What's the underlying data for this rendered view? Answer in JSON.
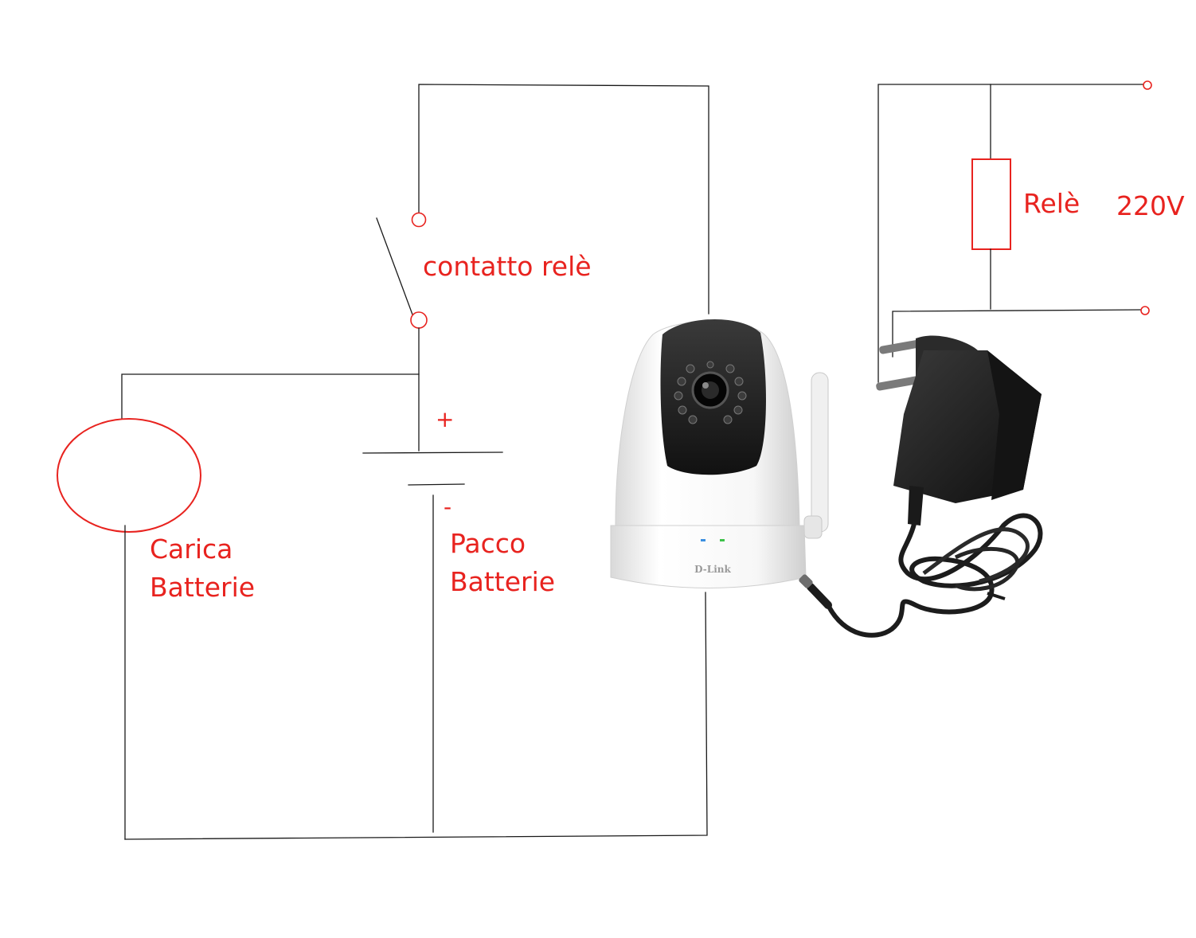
{
  "labels": {
    "switch_contact": "contatto relè",
    "battery_plus": "+",
    "battery_minus": "-",
    "battery_pack_line1": "Pacco",
    "battery_pack_line2": "Batterie",
    "charger_line1": "Carica",
    "charger_line2": "Batterie",
    "relay": "Relè",
    "mains_voltage": "220V",
    "camera_brand": "D-Link"
  },
  "colors": {
    "annotation": "#e8231f",
    "wire": "#1a1a1a",
    "camera_body": "#f4f4f4",
    "camera_face": "#1c1c1c",
    "adapter": "#1e1e1e",
    "camera_led_left": "#3a8fe0",
    "camera_led_right": "#3ec24a"
  },
  "icons": [
    "ip-camera-icon",
    "power-adapter-icon"
  ]
}
